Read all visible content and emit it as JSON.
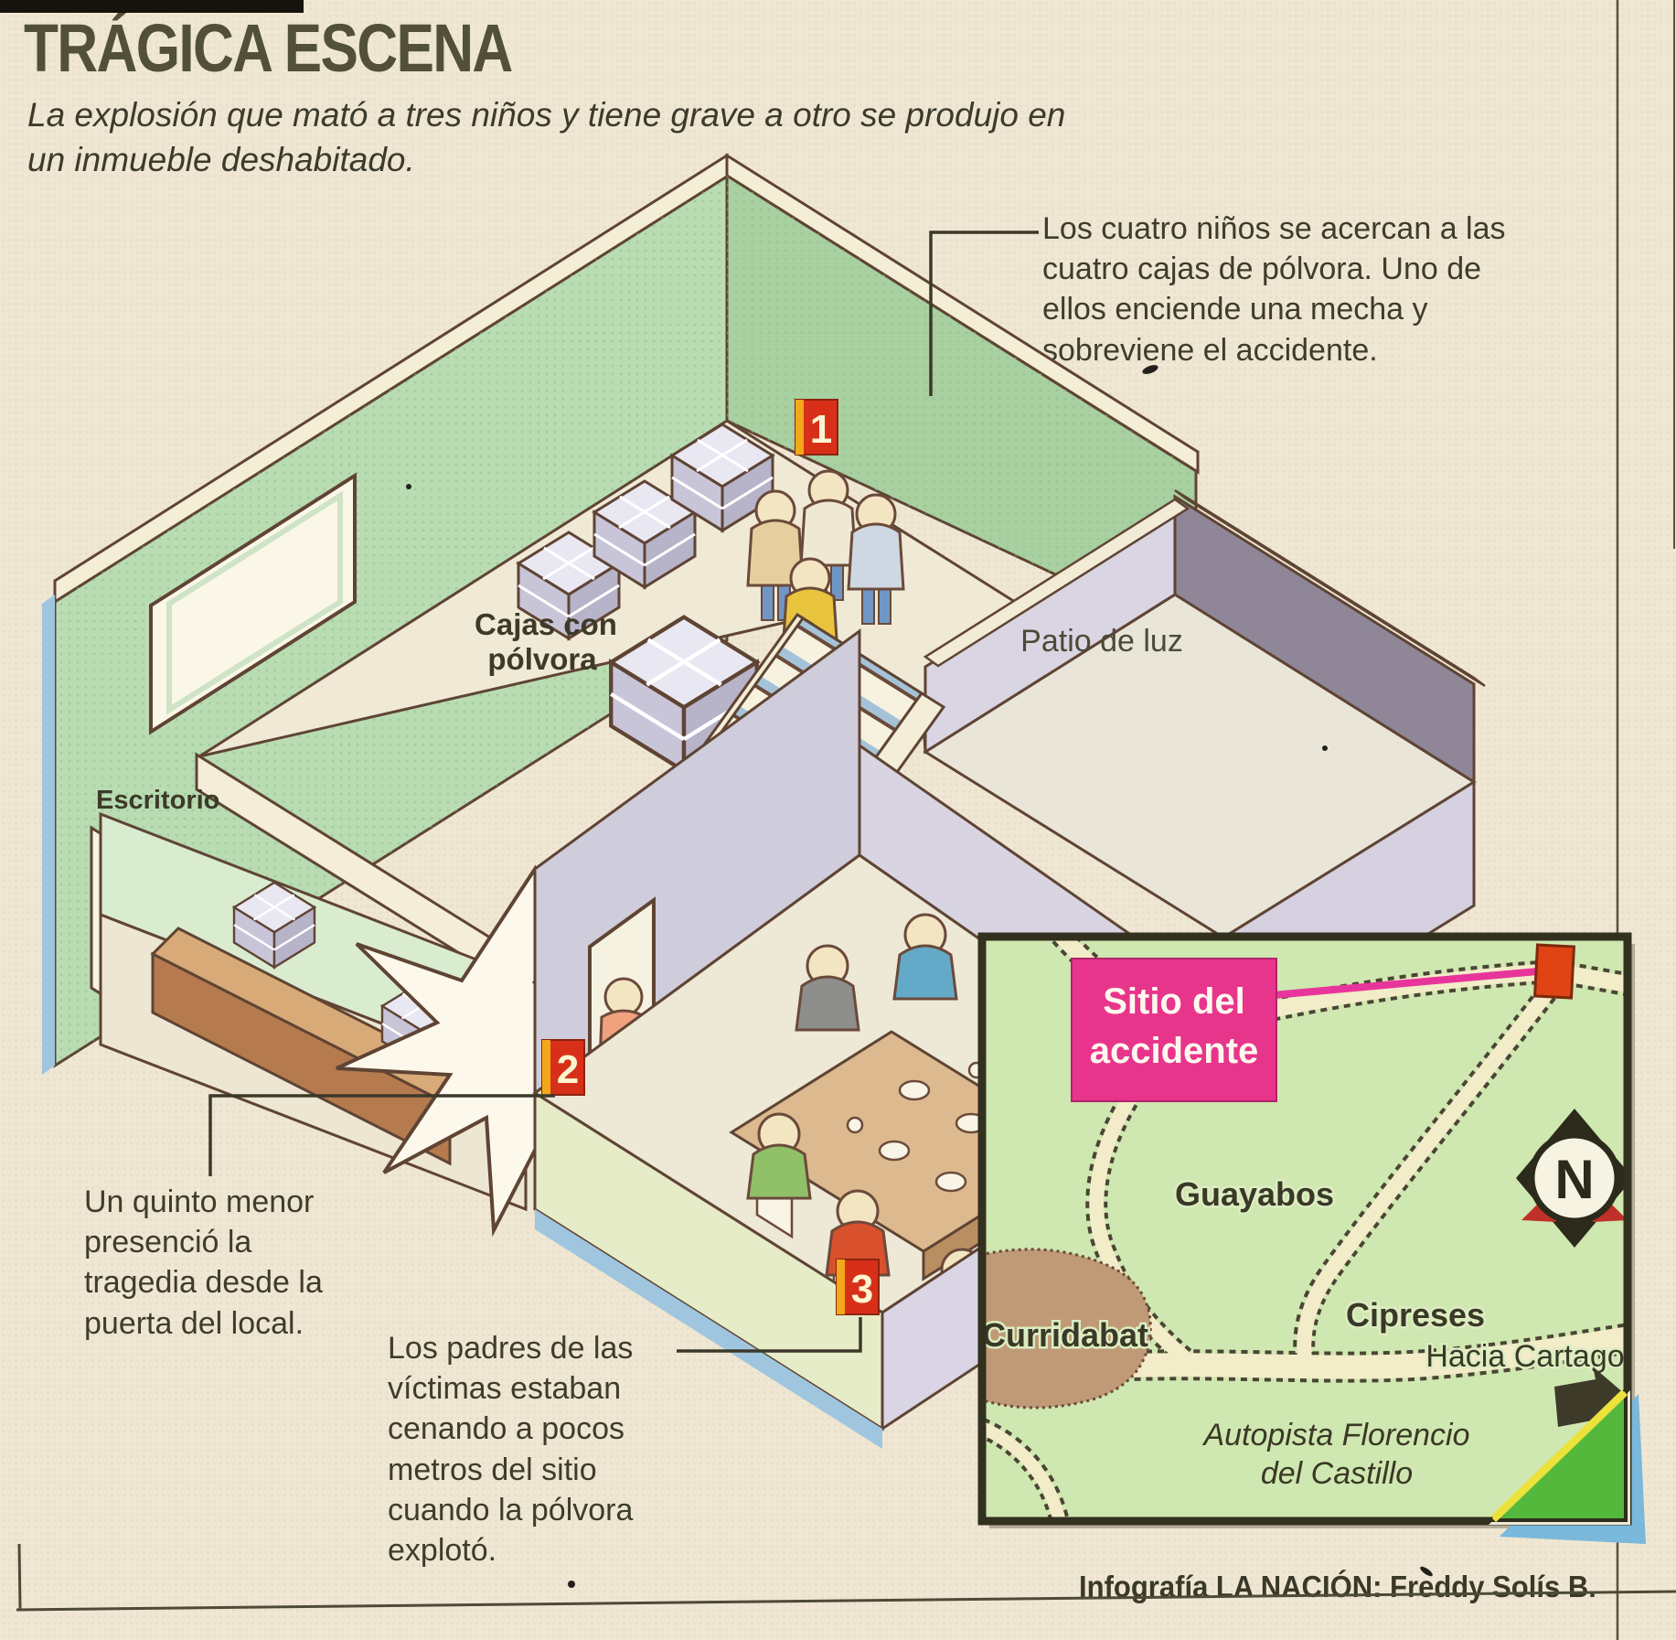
{
  "header": {
    "title": "TRÁGICA ESCENA",
    "subtitle": "La explosión que mató a tres niños y tiene grave a otro se produjo en un inmueble deshabitado."
  },
  "callouts": {
    "one": {
      "number": "1",
      "text": "Los cuatro niños se acercan a las cuatro cajas de pólvora. Uno de ellos enciende una mecha y sobreviene el accidente."
    },
    "two": {
      "number": "2",
      "text": "Un quinto menor presenció la tragedia desde la puerta del local."
    },
    "three": {
      "number": "3",
      "text": "Los padres de las víctimas estaban cenando a pocos metros del sitio cuando la pólvora explotó."
    }
  },
  "diagram_labels": {
    "boxes_line1": "Cajas con",
    "boxes_line2": "pólvora",
    "patio": "Patio de luz",
    "desk": "Escritorio"
  },
  "map": {
    "accident_label_line1": "Sitio del",
    "accident_label_line2": "accidente",
    "places": {
      "guayabos": "Guayabos",
      "cipreses": "Cipreses",
      "curridabat": "Curridabat"
    },
    "direction": "Hacia Cartago",
    "highway_line1": "Autopista Florencio",
    "highway_line2": "del Castillo",
    "compass": "N",
    "colors": {
      "accident_pink": "#e8358c",
      "marker_orange": "#e04414",
      "map_green": "#cfe7b0",
      "fold_green": "#54b83c",
      "town_brown": "#c09a76"
    }
  },
  "credit": "Infografía LA NACIÓN: Freddy Solís B.",
  "badge_color": "#d83018"
}
